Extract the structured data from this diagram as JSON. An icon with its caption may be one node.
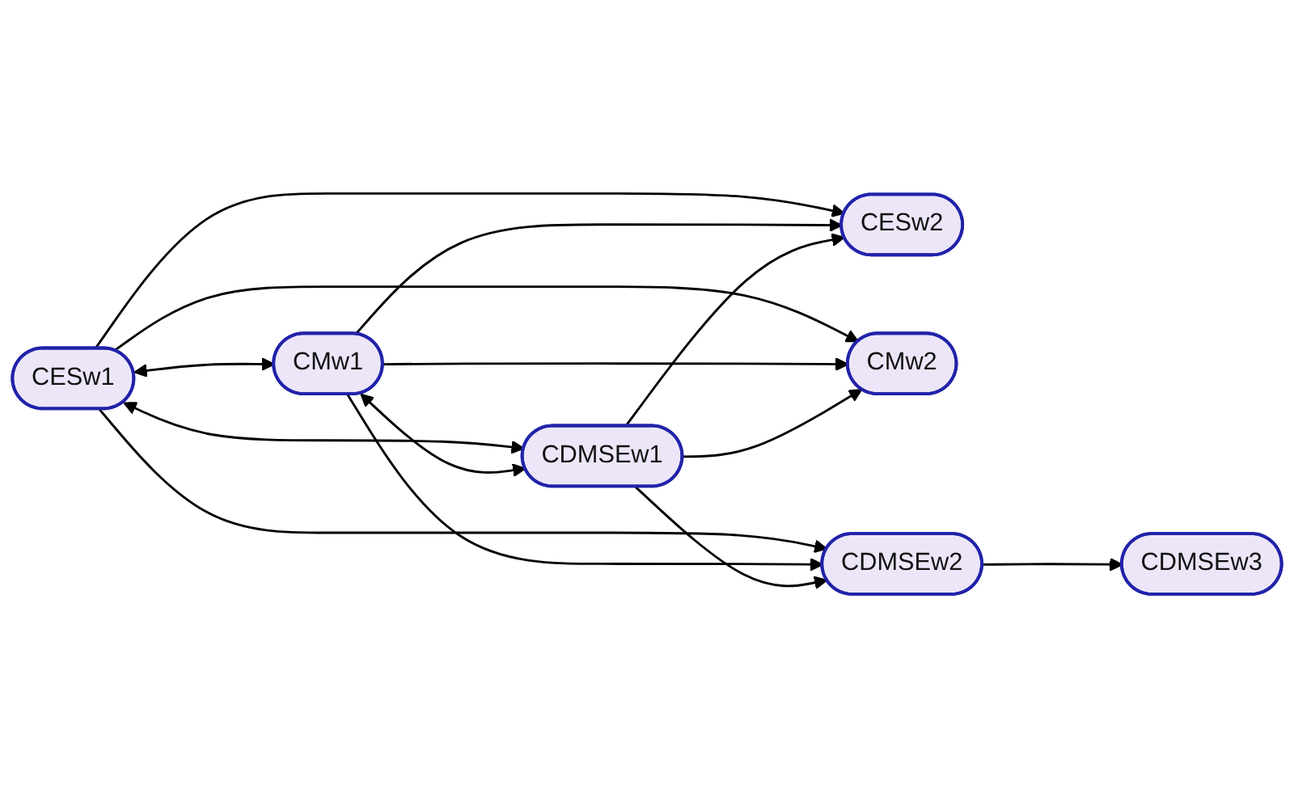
{
  "diagram": {
    "nodes": [
      {
        "text": [
          "CESw1"
        ]
      },
      {
        "text": [
          "CESw2"
        ]
      },
      {
        "text": [
          "CMw1"
        ]
      },
      {
        "text": [
          "CMw2"
        ]
      },
      {
        "text": [
          "CDMSEw1"
        ]
      },
      {
        "text": [
          "CDMSEw2"
        ]
      },
      {
        "text": [
          "CDMSEw3"
        ]
      }
    ],
    "edges": [
      {
        "from": 0,
        "to": 1,
        "arrow": "to"
      },
      {
        "from": 0,
        "to": 3,
        "arrow": "to"
      },
      {
        "from": 0,
        "to": 5,
        "arrow": "to"
      },
      {
        "from": 0,
        "to": 2,
        "arrow": "both"
      },
      {
        "from": 0,
        "to": 4,
        "arrow": "both"
      },
      {
        "from": 2,
        "to": 1,
        "arrow": "to"
      },
      {
        "from": 2,
        "to": 3,
        "arrow": "to"
      },
      {
        "from": 2,
        "to": 5,
        "arrow": "to"
      },
      {
        "from": 2,
        "to": 4,
        "arrow": "both"
      },
      {
        "from": 4,
        "to": 1,
        "arrow": "to"
      },
      {
        "from": 4,
        "to": 3,
        "arrow": "to"
      },
      {
        "from": 4,
        "to": 5,
        "arrow": "to"
      },
      {
        "from": 5,
        "to": 6,
        "arrow": "to"
      }
    ]
  }
}
